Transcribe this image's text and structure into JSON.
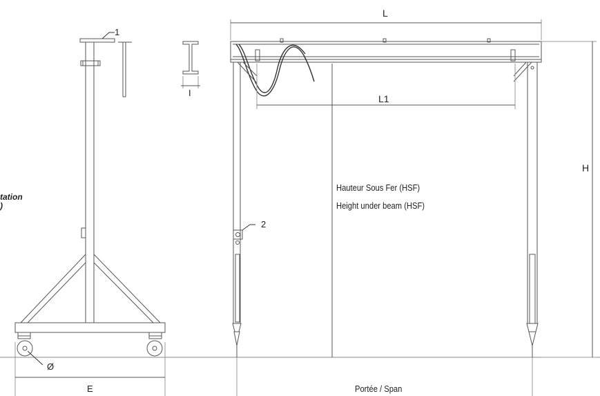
{
  "labels": {
    "dim_length": "L",
    "dim_inner_length": "L1",
    "dim_height": "H",
    "dim_base": "E",
    "dim_wheel": "Ø",
    "dim_beam": "I",
    "callout_1": "1",
    "callout_2": "2",
    "hsf_fr": "Hauteur Sous Fer (HSF)",
    "hsf_en": "Height under beam (HSF)",
    "span": "Portée / Span",
    "cut_line1": "tation",
    "cut_line2": ")"
  },
  "colors": {
    "stroke": "#555555",
    "thin": "#777777",
    "text": "#222222"
  }
}
